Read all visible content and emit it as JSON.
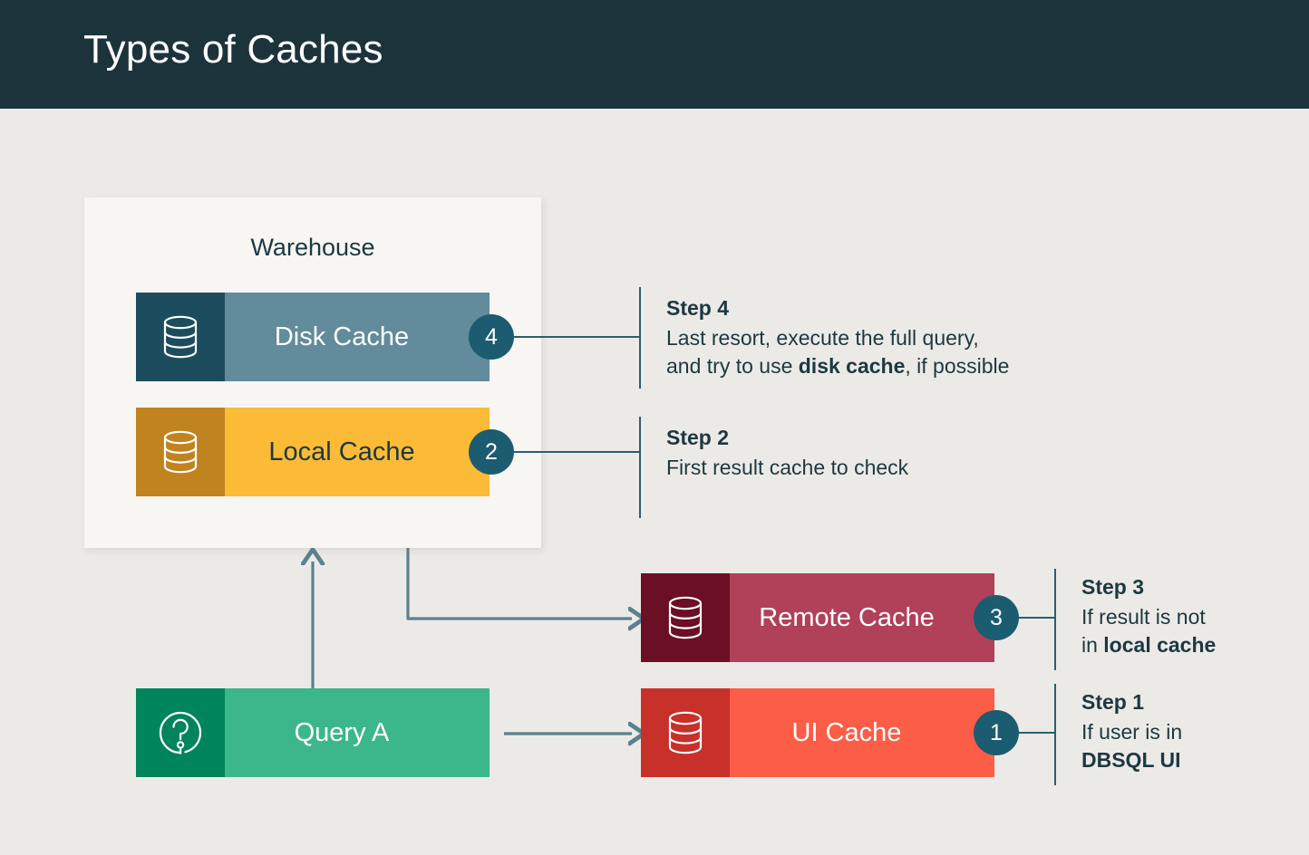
{
  "header": {
    "title": "Types of Caches"
  },
  "warehouse": {
    "label": "Warehouse"
  },
  "nodes": {
    "disk_cache": {
      "label": "Disk Cache",
      "badge": "4",
      "icon": "database-icon"
    },
    "local_cache": {
      "label": "Local Cache",
      "badge": "2",
      "icon": "database-icon"
    },
    "remote_cache": {
      "label": "Remote Cache",
      "badge": "3",
      "icon": "database-icon"
    },
    "ui_cache": {
      "label": "UI Cache",
      "badge": "1",
      "icon": "database-icon"
    },
    "query": {
      "label": "Query A",
      "icon": "question-mark-circle-icon"
    }
  },
  "steps": {
    "step4": {
      "title": "Step 4",
      "line1": "Last resort, execute the full query,",
      "line2_pre": "and try to use ",
      "line2_bold": "disk cache",
      "line2_post": ", if possible"
    },
    "step2": {
      "title": "Step 2",
      "line1": "First result cache to check"
    },
    "step3": {
      "title": "Step 3",
      "line1": "If result is not",
      "line2_pre": "in ",
      "line2_bold": "local cache",
      "line2_post": ""
    },
    "step1": {
      "title": "Step 1",
      "line1": "If user is in",
      "line2_pre": "",
      "line2_bold": "DBSQL UI",
      "line2_post": ""
    }
  },
  "colors": {
    "background": "#eceae7",
    "header_bg": "#1c333c",
    "panel_bg": "#f7f6f3",
    "text_dark": "#1d3840",
    "badge_bg": "#1b5c70",
    "connector": "#5a8190",
    "bracket": "#2b5e6d",
    "disk_cache_body": "#628b9b",
    "disk_cache_icon": "#1c4d5e",
    "local_cache_body": "#fbbb37",
    "local_cache_icon": "#c08320",
    "remote_cache_body": "#b14059",
    "remote_cache_icon": "#6b0f24",
    "ui_cache_body": "#fc5d47",
    "ui_cache_icon": "#c8302a",
    "query_body": "#3cb68b",
    "query_icon": "#00845a"
  }
}
